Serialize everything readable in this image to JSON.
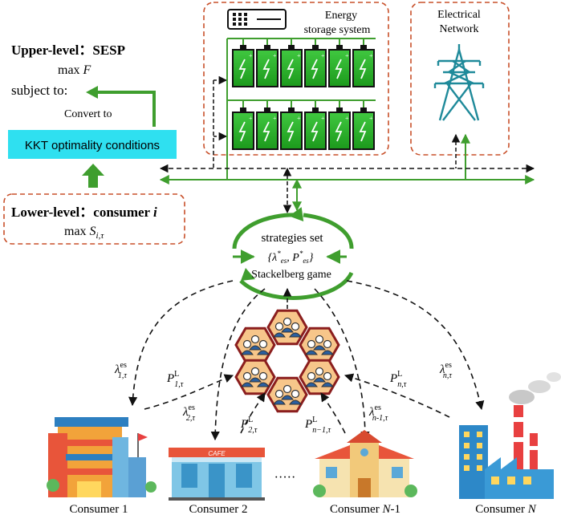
{
  "upper_level": {
    "title_prefix": "Upper-level：",
    "title_bold": "SESP",
    "objective_prefix": "max ",
    "objective_var": "F",
    "subject_to": "subject to:",
    "convert_label": "Convert to",
    "kkt_label": "KKT optimality conditions"
  },
  "lower_level": {
    "title_prefix": "Lower-level：",
    "title_bold": "consumer i",
    "objective_prefix": "max ",
    "objective_var": "S",
    "objective_sub": "i,τ"
  },
  "energy_storage": {
    "label_line1": "Energy",
    "label_line2": "storage system"
  },
  "electrical_network": {
    "label_line1": "Electrical",
    "label_line2": "Network"
  },
  "game": {
    "strategies_label": "strategies set",
    "set_formula": "{λ*es, P*es}",
    "game_label": "Stackelberg game"
  },
  "edge_labels": {
    "lambda_1": "λ",
    "lambda_1_sup": "es",
    "lambda_1_sub": "1,τ",
    "lambda_2_sup": "es",
    "lambda_2_sub": "2,τ",
    "lambda_n1_sup": "es",
    "lambda_n1_sub": "n-1,τ",
    "lambda_n_sup": "es",
    "lambda_n_sub": "n,τ",
    "p_1_sup": "L",
    "p_1_sub": "1,τ",
    "p_2_sup": "L",
    "p_2_sub": "2,τ",
    "p_n1_sup": "L",
    "p_n1_sub": "n−1,τ",
    "p_n_sup": "L",
    "p_n_sub": "n,τ"
  },
  "consumers": [
    {
      "name": "Consumer 1"
    },
    {
      "name": "Consumer 2"
    },
    {
      "name": "Consumer N-1"
    },
    {
      "name": "Consumer N"
    }
  ],
  "cafe_sign": "CAFE",
  "ellipsis": "·····",
  "colors": {
    "green": "#3f9e2e",
    "battery_green": "#2fb52f",
    "dashed_box": "#c8502a",
    "kkt_fill": "#2fe0f0",
    "hex_border": "#8b1e1e",
    "hex_fill": "#f7c68a",
    "tower": "#1f8a9a"
  }
}
